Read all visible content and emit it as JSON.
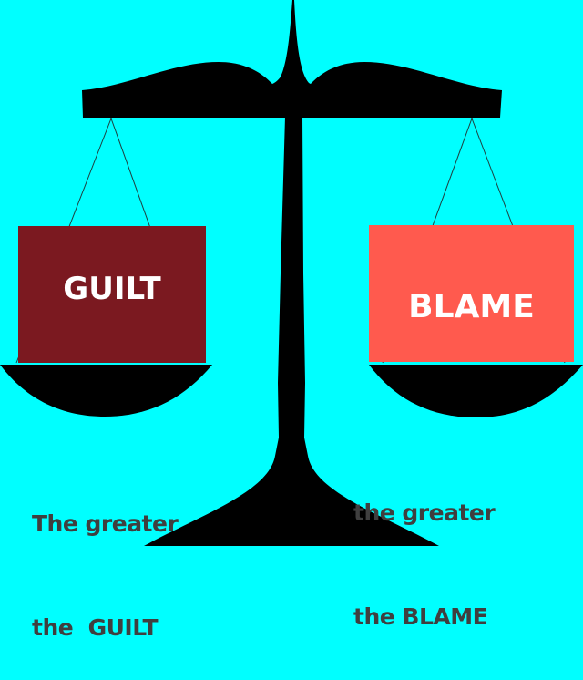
{
  "colors": {
    "background": "#00FFFF",
    "scale": "#000000",
    "guilt_box": "#7B1920",
    "blame_box": "#FF5A4E",
    "box_text": "#FFFFFF",
    "caption_text": "#3F3F3F",
    "strings": "#2F4F4F"
  },
  "scale": {
    "left_weight": {
      "label": "GUILT"
    },
    "right_weight": {
      "label": "BLAME"
    }
  },
  "captions": {
    "left": {
      "line1": "The greater",
      "line2": "the  GUILT"
    },
    "right": {
      "line1": "the greater",
      "line2": "the BLAME"
    }
  }
}
